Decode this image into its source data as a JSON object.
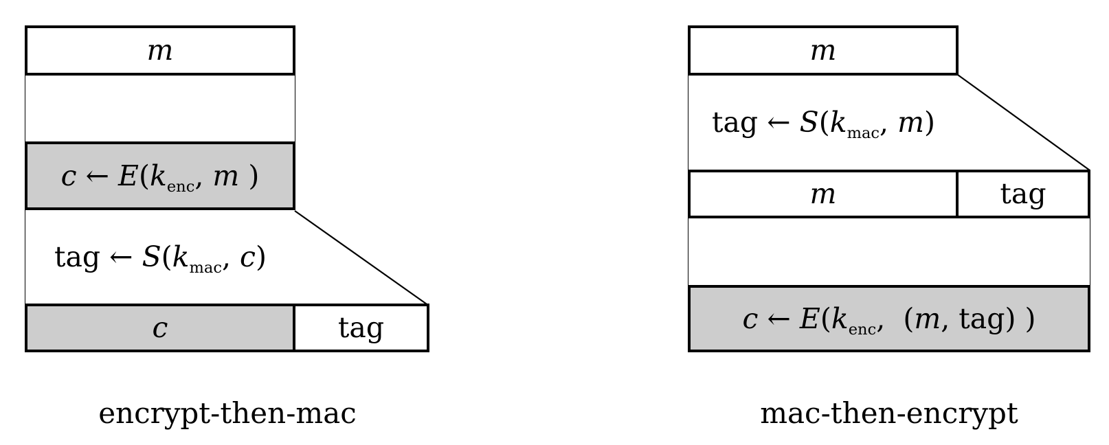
{
  "colors": {
    "box_fill_gray": "#cdcdcd",
    "box_fill_white": "#ffffff",
    "line": "#000000"
  },
  "encrypt_then_mac": {
    "caption": "encrypt-then-mac",
    "message_label": [
      {
        "t": "m",
        "s": "var"
      }
    ],
    "encrypt_formula": [
      {
        "t": "c",
        "s": "var"
      },
      {
        "t": " ← ",
        "s": "rm"
      },
      {
        "t": "E",
        "s": "var"
      },
      {
        "t": "(",
        "s": "rm"
      },
      {
        "t": "k",
        "s": "var"
      },
      {
        "t": "enc",
        "s": "sub"
      },
      {
        "t": ", ",
        "s": "rm"
      },
      {
        "t": "m",
        "s": "var"
      },
      {
        "t": " )",
        "s": "rm"
      }
    ],
    "mac_formula": [
      {
        "t": "tag",
        "s": "rm"
      },
      {
        "t": " ← ",
        "s": "rm"
      },
      {
        "t": "S",
        "s": "var"
      },
      {
        "t": "(",
        "s": "rm"
      },
      {
        "t": "k",
        "s": "var"
      },
      {
        "t": "mac",
        "s": "sub"
      },
      {
        "t": ", ",
        "s": "rm"
      },
      {
        "t": "c",
        "s": "var"
      },
      {
        "t": ")",
        "s": "rm"
      }
    ],
    "ciphertext_label": [
      {
        "t": "c",
        "s": "var"
      }
    ],
    "tag_label": [
      {
        "t": "tag",
        "s": "rm"
      }
    ]
  },
  "mac_then_encrypt": {
    "caption": "mac-then-encrypt",
    "message_label": [
      {
        "t": "m",
        "s": "var"
      }
    ],
    "mac_formula": [
      {
        "t": "tag",
        "s": "rm"
      },
      {
        "t": " ← ",
        "s": "rm"
      },
      {
        "t": "S",
        "s": "var"
      },
      {
        "t": "(",
        "s": "rm"
      },
      {
        "t": "k",
        "s": "var"
      },
      {
        "t": "mac",
        "s": "sub"
      },
      {
        "t": ", ",
        "s": "rm"
      },
      {
        "t": "m",
        "s": "var"
      },
      {
        "t": ")",
        "s": "rm"
      }
    ],
    "row_message_label": [
      {
        "t": "m",
        "s": "var"
      }
    ],
    "row_tag_label": [
      {
        "t": "tag",
        "s": "rm"
      }
    ],
    "encrypt_formula": [
      {
        "t": "c",
        "s": "var"
      },
      {
        "t": " ← ",
        "s": "rm"
      },
      {
        "t": "E",
        "s": "var"
      },
      {
        "t": "(",
        "s": "rm"
      },
      {
        "t": "k",
        "s": "var"
      },
      {
        "t": "enc",
        "s": "sub"
      },
      {
        "t": ",  ",
        "s": "rm"
      },
      {
        "t": "(",
        "s": "rm"
      },
      {
        "t": "m",
        "s": "var"
      },
      {
        "t": ", ",
        "s": "rm"
      },
      {
        "t": "tag",
        "s": "rm"
      },
      {
        "t": ") ",
        "s": "rm"
      },
      {
        "t": ")",
        "s": "rm"
      }
    ]
  }
}
